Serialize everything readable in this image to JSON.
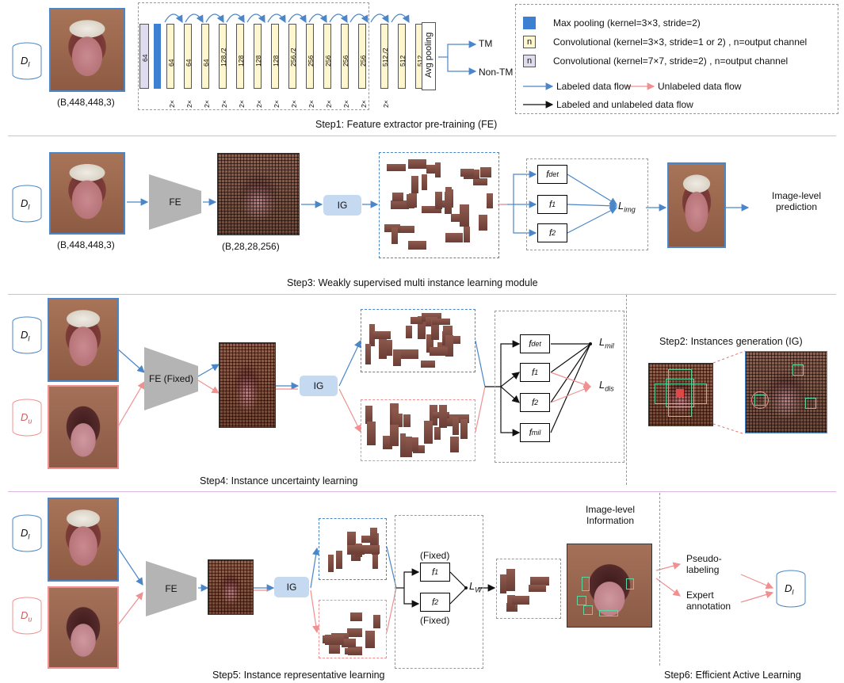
{
  "labels": {
    "dl": "D",
    "dl_sub": "l",
    "du": "D",
    "du_sub": "u",
    "input_shape": "(B,448,448,3)",
    "feature_shape": "(B,28,28,256)",
    "tm": "TM",
    "non_tm": "Non-TM",
    "avg_pooling": "Avg pooling",
    "fe": "FE",
    "fe_fixed": "FE (Fixed)",
    "ig": "IG",
    "f_det": "f",
    "f_det_sub": "det",
    "f1": "f",
    "f1_sub": "1",
    "f2": "f",
    "f2_sub": "2",
    "f_mil": "f",
    "f_mil_sub": "mil",
    "l_img": "L",
    "l_img_sub": "img",
    "l_mil": "L",
    "l_mil_sub": "mil",
    "l_dis": "L",
    "l_dis_sub": "dis",
    "l_w": "L",
    "l_w_sub": "W",
    "fixed": "(Fixed)",
    "image_level_prediction": "Image-level prediction",
    "image_level_information": "Image-level Information",
    "pseudo_labeling": "Pseudo-labeling",
    "expert_annotation": "Expert annotation",
    "two_x": "2×"
  },
  "layers": [
    "64",
    "64",
    "64",
    "128,/2",
    "128",
    "128",
    "128",
    "256,/2",
    "256",
    "256",
    "256",
    "256",
    "512,/2",
    "512",
    "512"
  ],
  "first_layer": "64",
  "legend": {
    "max_pooling": "Max pooling (kernel=3×3, stride=2)",
    "n": "n",
    "conv3": "Convolutional (kernel=3×3, stride=1 or 2) , n=output channel",
    "conv7": "Convolutional (kernel=7×7, stride=2) , n=output channel",
    "labeled_flow": "Labeled data flow",
    "unlabeled_flow": "Unlabeled data flow",
    "both_flow": "Labeled and unlabeled data flow"
  },
  "steps": {
    "step1": "Step1: Feature extractor pre-training (FE)",
    "step2": "Step2: Instances generation (IG)",
    "step3": "Step3: Weakly supervised multi instance learning module",
    "step4": "Step4: Instance uncertainty learning",
    "step5": "Step5: Instance representative learning",
    "step6": "Step6: Efficient Active Learning"
  },
  "colors": {
    "labeled": "#4a86c8",
    "unlabeled": "#f09090",
    "max_pool": "#3d7fd1",
    "conv3": "#fdf6cf",
    "conv7": "#e0dcef"
  }
}
